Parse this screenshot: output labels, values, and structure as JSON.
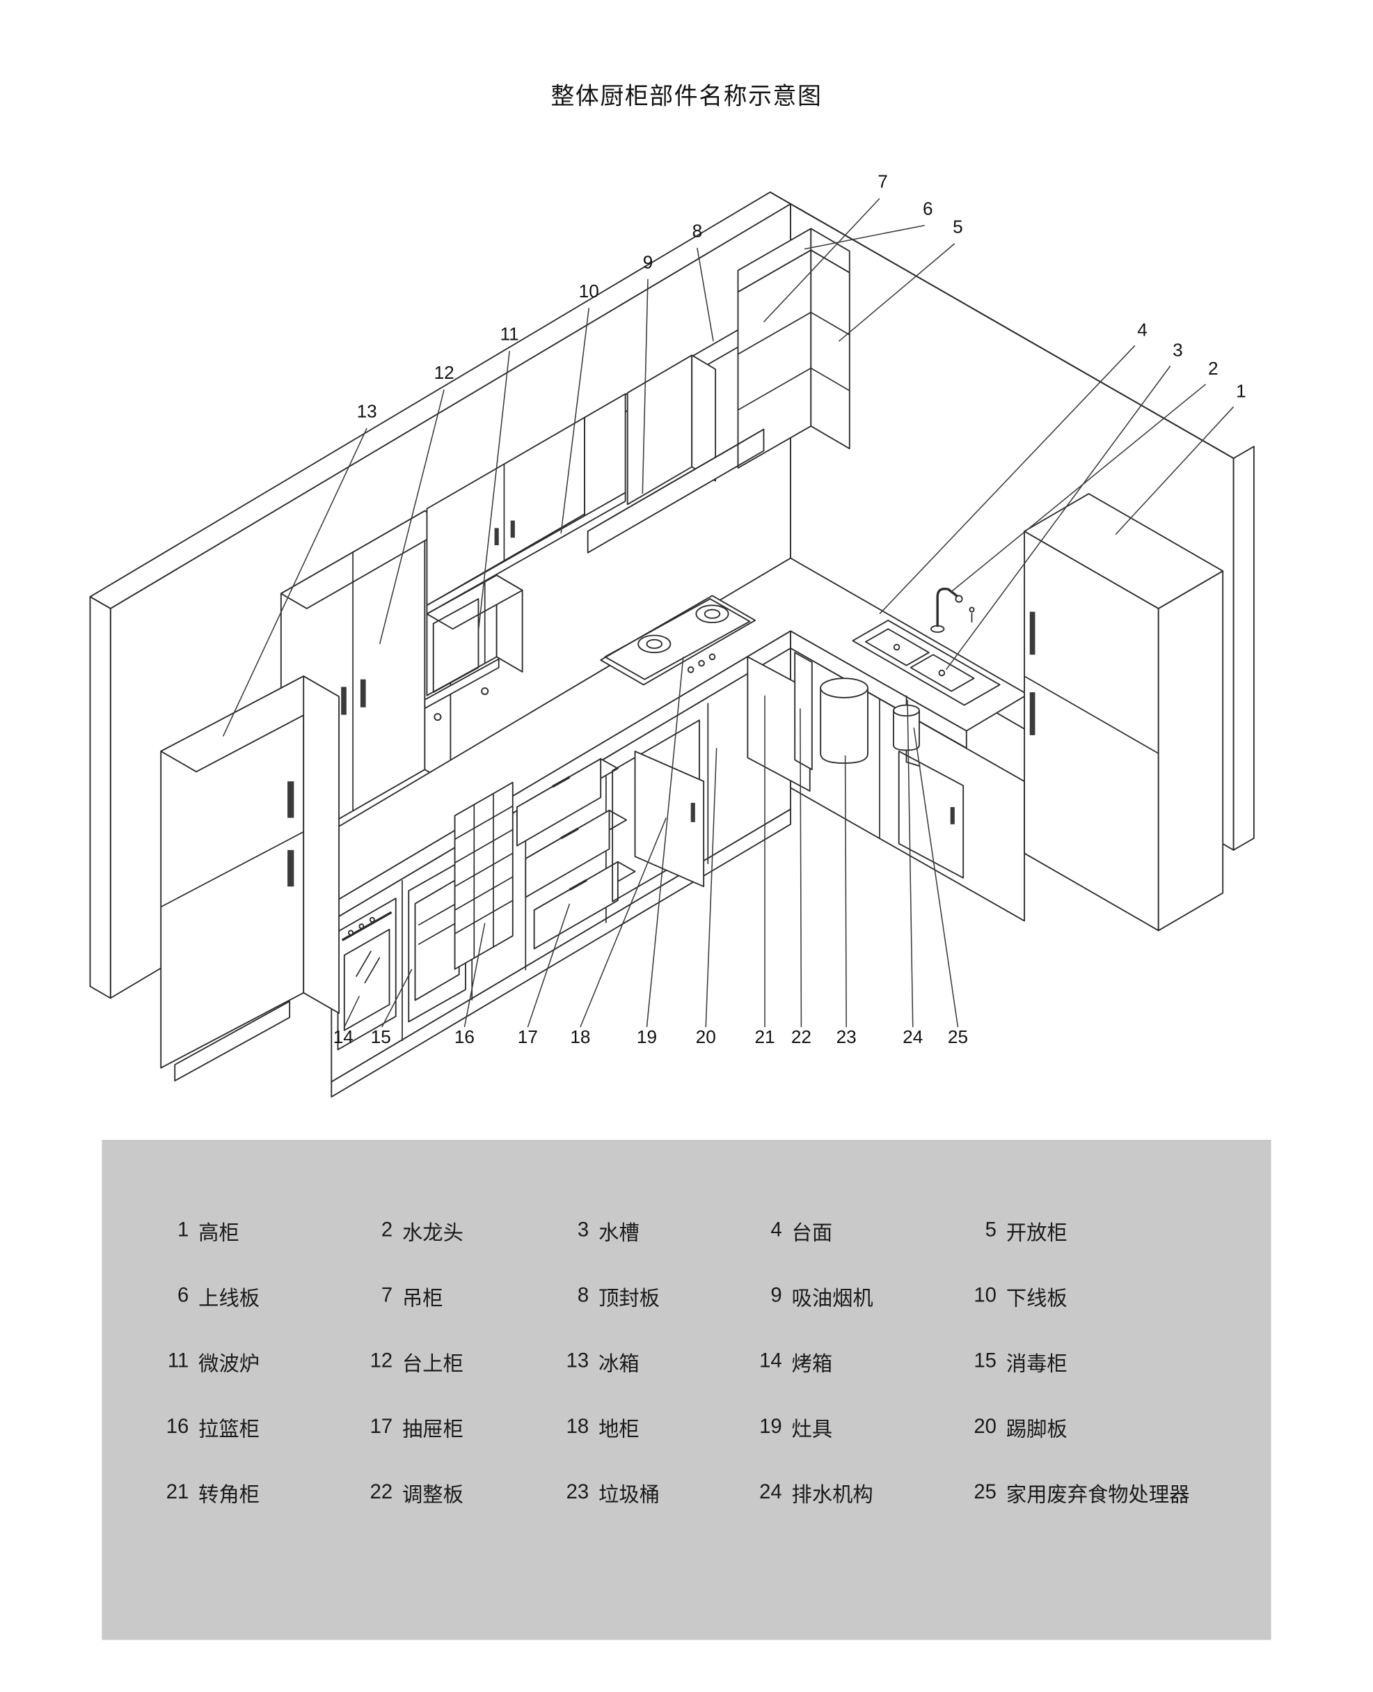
{
  "title": "整体厨柜部件名称示意图",
  "callout_numbers": [
    "1",
    "2",
    "3",
    "4",
    "5",
    "6",
    "7",
    "8",
    "9",
    "10",
    "11",
    "12",
    "13",
    "14",
    "15",
    "16",
    "17",
    "18",
    "19",
    "20",
    "21",
    "22",
    "23",
    "24",
    "25"
  ],
  "legend": {
    "items": [
      {
        "num": "1",
        "name": "高柜"
      },
      {
        "num": "2",
        "name": "水龙头"
      },
      {
        "num": "3",
        "name": "水槽"
      },
      {
        "num": "4",
        "name": "台面"
      },
      {
        "num": "5",
        "name": "开放柜"
      },
      {
        "num": "6",
        "name": "上线板"
      },
      {
        "num": "7",
        "name": "吊柜"
      },
      {
        "num": "8",
        "name": "顶封板"
      },
      {
        "num": "9",
        "name": "吸油烟机"
      },
      {
        "num": "10",
        "name": "下线板"
      },
      {
        "num": "11",
        "name": "微波炉"
      },
      {
        "num": "12",
        "name": "台上柜"
      },
      {
        "num": "13",
        "name": "冰箱"
      },
      {
        "num": "14",
        "name": "烤箱"
      },
      {
        "num": "15",
        "name": "消毒柜"
      },
      {
        "num": "16",
        "name": "拉篮柜"
      },
      {
        "num": "17",
        "name": "抽屉柜"
      },
      {
        "num": "18",
        "name": "地柜"
      },
      {
        "num": "19",
        "name": "灶具"
      },
      {
        "num": "20",
        "name": "踢脚板"
      },
      {
        "num": "21",
        "name": "转角柜"
      },
      {
        "num": "22",
        "name": "调整板"
      },
      {
        "num": "23",
        "name": "垃圾桶"
      },
      {
        "num": "24",
        "name": "排水机构"
      },
      {
        "num": "25",
        "name": "家用废弃食物处理器"
      }
    ]
  }
}
